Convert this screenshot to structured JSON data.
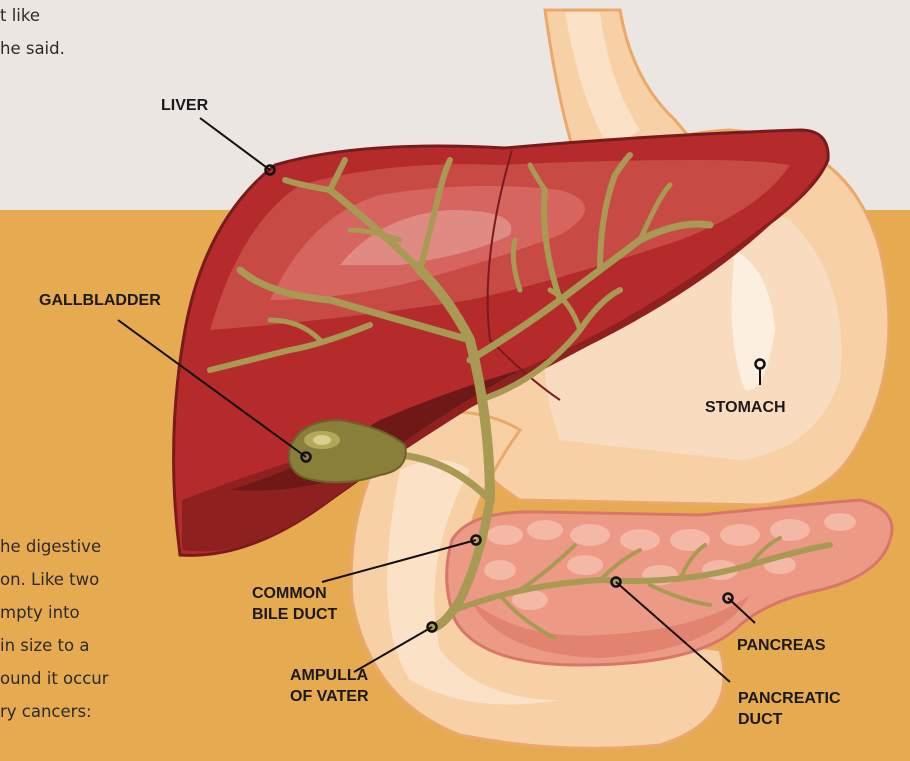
{
  "article": {
    "top_line1": "t like",
    "top_line2": "he said.",
    "bottom_lines": [
      "he digestive",
      "on. Like two",
      "mpty into",
      "in size to a",
      "ound it occur",
      "ry cancers:"
    ]
  },
  "labels": {
    "liver": "LIVER",
    "gallbladder": "GALLBLADDER",
    "stomach": "STOMACH",
    "common_bile_duct": [
      "COMMON",
      "BILE DUCT"
    ],
    "ampulla_of_vater": [
      "AMPULLA",
      "OF VATER"
    ],
    "pancreas": "PANCREAS",
    "pancreatic_duct": [
      "PANCREATIC",
      "DUCT"
    ]
  },
  "colors": {
    "background_top": "#ebe6e1",
    "background_bottom": "#e6aa50",
    "liver": "#b52a2a",
    "liver_outline": "#7a1b1b",
    "stomach": "#f7d0a6",
    "pancreas": "#ec9a86",
    "bile_ducts": "#a99a53",
    "gallbladder": "#8a7f3a"
  }
}
